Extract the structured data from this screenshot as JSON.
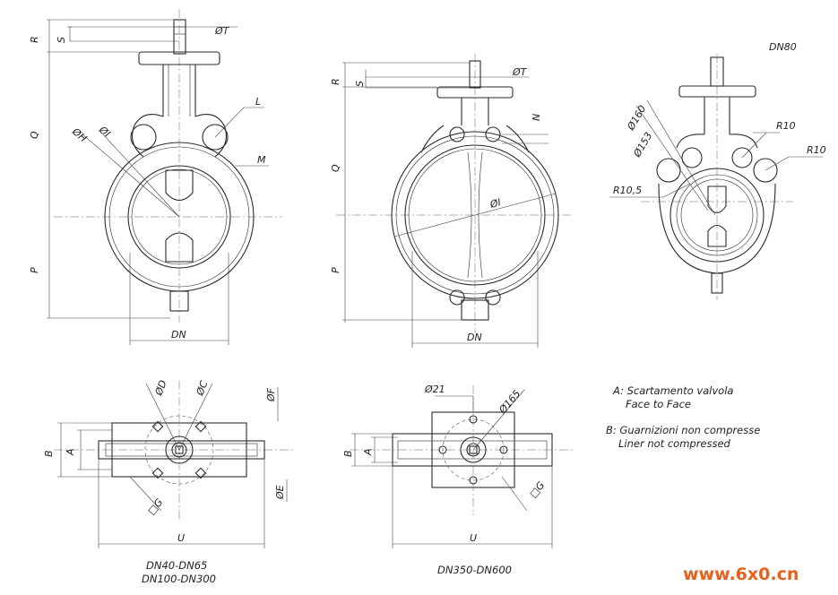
{
  "labels": {
    "R": "R",
    "S": "S",
    "T": "ØT",
    "Q": "Q",
    "P": "P",
    "H": "ØH",
    "I": "ØI",
    "L": "L",
    "M": "M",
    "N": "N",
    "DN": "DN",
    "D": "ØD",
    "C": "ØC",
    "F": "ØF",
    "E": "ØE",
    "G": "□G",
    "A": "A",
    "B": "B",
    "U": "U",
    "d21": "Ø21",
    "d165": "Ø165",
    "d160": "Ø160",
    "d153": "Ø153",
    "r10": "R10",
    "r105": "R10,5"
  },
  "view_titles": {
    "dn80": "DN80"
  },
  "captions": {
    "left_line1": "DN40-DN65",
    "left_line2": "DN100-DN300",
    "middle": "DN350-DN600"
  },
  "notes": {
    "a_line1": "A: Scartamento valvola",
    "a_line2": "Face to Face",
    "b_line1": "B: Guarnizioni non compresse",
    "b_line2": "Liner not compressed"
  },
  "watermark": {
    "text": "www.6x0.cn",
    "color": "#e8601c"
  }
}
